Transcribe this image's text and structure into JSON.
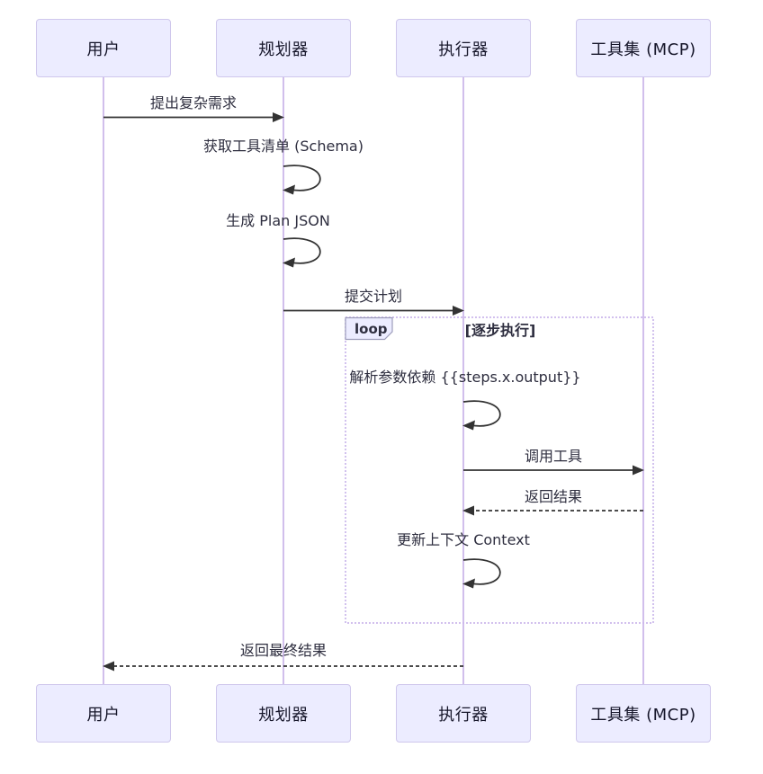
{
  "diagram": {
    "type": "sequence",
    "actors": [
      {
        "name": "用户"
      },
      {
        "name": "规划器"
      },
      {
        "name": "执行器"
      },
      {
        "name": "工具集 (MCP)"
      }
    ],
    "messages": [
      {
        "label": "提出复杂需求",
        "from": "用户",
        "to": "规划器",
        "line": "solid"
      },
      {
        "label": "获取工具清单 (Schema)",
        "from": "规划器",
        "to": "规划器",
        "line": "self"
      },
      {
        "label": "生成 Plan JSON",
        "from": "规划器",
        "to": "规划器",
        "line": "self"
      },
      {
        "label": "提交计划",
        "from": "规划器",
        "to": "执行器",
        "line": "solid"
      },
      {
        "label": "解析参数依赖 {{steps.x.output}}",
        "from": "执行器",
        "to": "执行器",
        "line": "self"
      },
      {
        "label": "调用工具",
        "from": "执行器",
        "to": "工具集 (MCP)",
        "line": "solid"
      },
      {
        "label": "返回结果",
        "from": "工具集 (MCP)",
        "to": "执行器",
        "line": "dashed"
      },
      {
        "label": "更新上下文 Context",
        "from": "执行器",
        "to": "执行器",
        "line": "self"
      },
      {
        "label": "返回最终结果",
        "from": "执行器",
        "to": "用户",
        "line": "dashed"
      }
    ],
    "loop_frame": {
      "keyword": "loop",
      "condition": "[逐步执行]"
    },
    "colors": {
      "background": "#FFFFFF",
      "actor_fill": "#ECECFF",
      "actor_border": "#CFC7EC",
      "lifeline": "#C9B4E8",
      "arrow": "#333333",
      "loop_border": "#CBB7EC",
      "label_box_fill": "#ECECFF",
      "text": "#2e2e3f"
    }
  }
}
